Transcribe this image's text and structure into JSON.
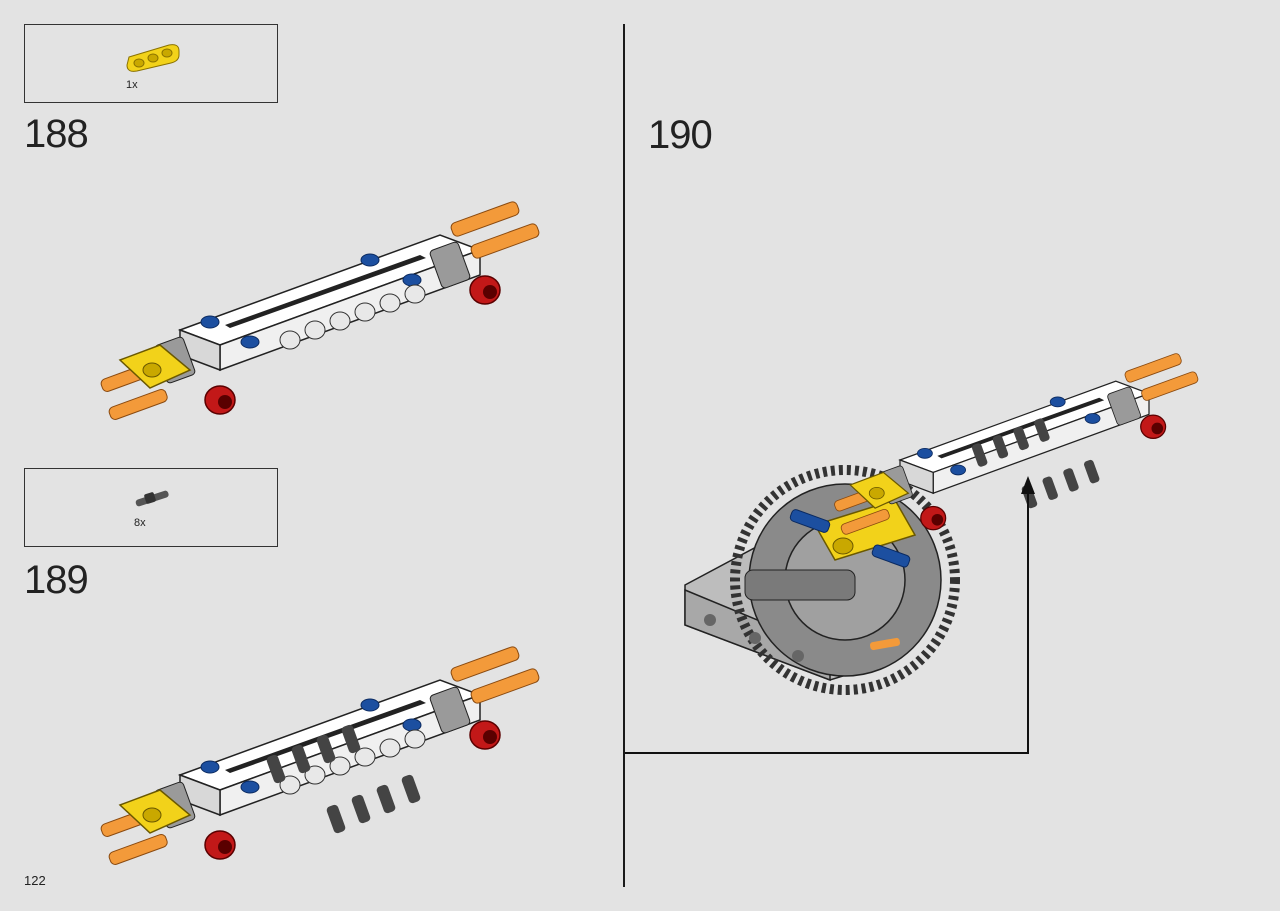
{
  "steps": [
    {
      "number": "188",
      "parts_qty": "1x"
    },
    {
      "number": "189",
      "parts_qty": "8x"
    },
    {
      "number": "190"
    }
  ],
  "page_number": "122",
  "colors": {
    "background": "#e3e3e3",
    "white_beam": "#ffffff",
    "orange_pin": "#f39a3a",
    "red_bushing": "#c21818",
    "yellow_link": "#f2d21a",
    "blue_pin": "#1c4fa0",
    "dark_gray": "#555555",
    "light_gray": "#b8b8b8"
  }
}
